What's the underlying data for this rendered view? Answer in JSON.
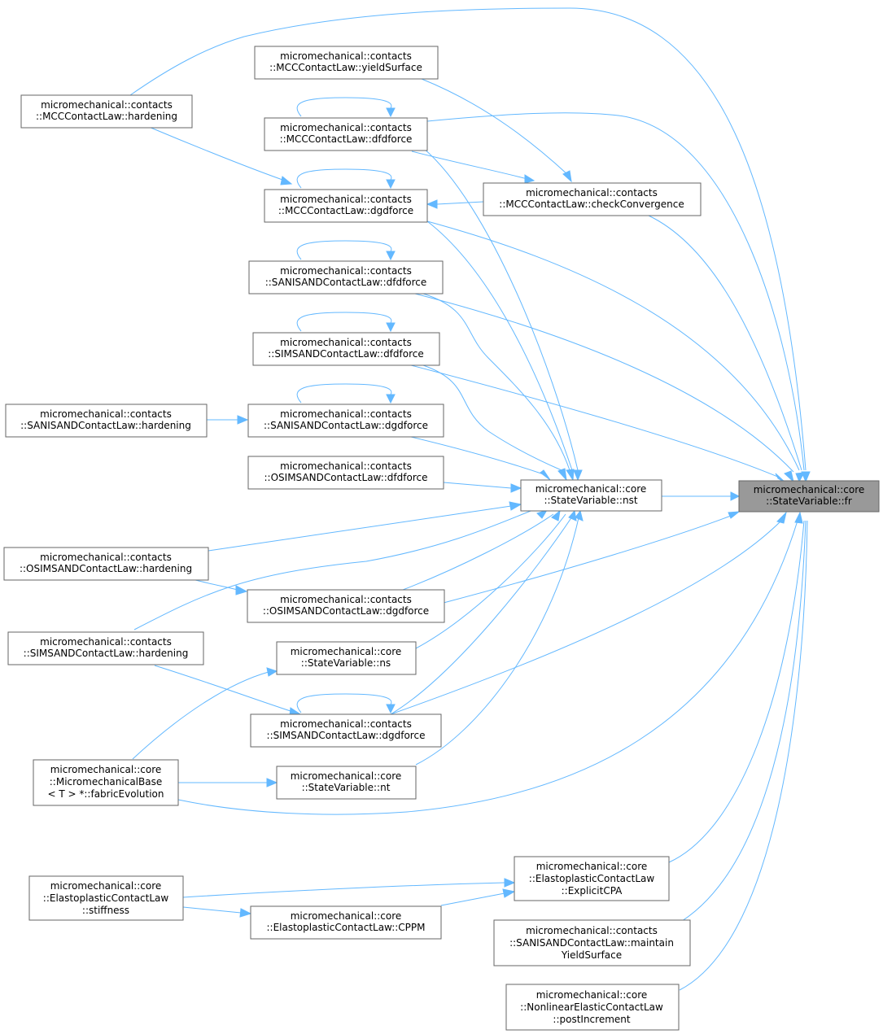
{
  "colors": {
    "edge": "#63b8ff",
    "node_border": "#666666",
    "highlight_fill": "#999999"
  },
  "nodes": {
    "fr": [
      "micromechanical::core",
      "::StateVariable::fr"
    ],
    "nst": [
      "micromechanical::core",
      "::StateVariable::nst"
    ],
    "mcc_yield": [
      "micromechanical::contacts",
      "::MCCContactLaw::yieldSurface"
    ],
    "mcc_hard": [
      "micromechanical::contacts",
      "::MCCContactLaw::hardening"
    ],
    "mcc_dfdf": [
      "micromechanical::contacts",
      "::MCCContactLaw::dfdforce"
    ],
    "mcc_dgdf": [
      "micromechanical::contacts",
      "::MCCContactLaw::dgdforce"
    ],
    "mcc_check": [
      "micromechanical::contacts",
      "::MCCContactLaw::checkConvergence"
    ],
    "sani_dfdf": [
      "micromechanical::contacts",
      "::SANISANDContactLaw::dfdforce"
    ],
    "sim_dfdf": [
      "micromechanical::contacts",
      "::SIMSANDContactLaw::dfdforce"
    ],
    "sani_hard": [
      "micromechanical::contacts",
      "::SANISANDContactLaw::hardening"
    ],
    "sani_dgdf": [
      "micromechanical::contacts",
      "::SANISANDContactLaw::dgdforce"
    ],
    "osim_dfdf": [
      "micromechanical::contacts",
      "::OSIMSANDContactLaw::dfdforce"
    ],
    "osim_hard": [
      "micromechanical::contacts",
      "::OSIMSANDContactLaw::hardening"
    ],
    "osim_dgdf": [
      "micromechanical::contacts",
      "::OSIMSANDContactLaw::dgdforce"
    ],
    "sim_hard": [
      "micromechanical::contacts",
      "::SIMSANDContactLaw::hardening"
    ],
    "ns": [
      "micromechanical::core",
      "::StateVariable::ns"
    ],
    "sim_dgdf": [
      "micromechanical::contacts",
      "::SIMSANDContactLaw::dgdforce"
    ],
    "fabric": [
      "micromechanical::core",
      "::MicromechanicalBase",
      "< T > *::fabricEvolution"
    ],
    "nt": [
      "micromechanical::core",
      "::StateVariable::nt"
    ],
    "explicit": [
      "micromechanical::core",
      "::ElastoplasticContactLaw",
      "::ExplicitCPA"
    ],
    "stiffness": [
      "micromechanical::core",
      "::ElastoplasticContactLaw",
      "::stiffness"
    ],
    "cppm": [
      "micromechanical::core",
      "::ElastoplasticContactLaw::CPPM"
    ],
    "maintain": [
      "micromechanical::contacts",
      "::SANISANDContactLaw::maintain",
      "YieldSurface"
    ],
    "post": [
      "micromechanical::core",
      "::NonlinearElasticContactLaw",
      "::postIncrement"
    ]
  }
}
